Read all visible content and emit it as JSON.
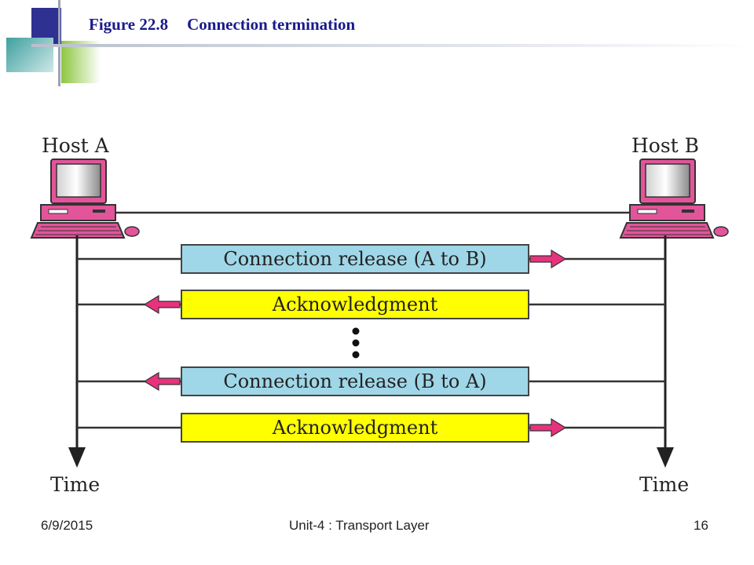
{
  "slide": {
    "figure_number": "Figure 22.8",
    "figure_title": "Connection termination"
  },
  "diagram": {
    "host_a": "Host A",
    "host_b": "Host B",
    "time_a": "Time",
    "time_b": "Time",
    "messages": [
      {
        "label": "Connection release (A to B)",
        "direction": "A-to-B",
        "fill": "#9fd7e8"
      },
      {
        "label": "Acknowledgment",
        "direction": "B-to-A",
        "fill": "#ffff00"
      },
      {
        "label": "Connection release (B to A)",
        "direction": "B-to-A",
        "fill": "#9fd7e8"
      },
      {
        "label": "Acknowledgment",
        "direction": "A-to-B",
        "fill": "#ffff00"
      }
    ],
    "ellipsis": "vertical-dots",
    "arrow_color": "#e8327d",
    "computer_color": "#e2559a"
  },
  "footer": {
    "date": "6/9/2015",
    "course": "Unit-4 : Transport Layer",
    "page": "16"
  }
}
